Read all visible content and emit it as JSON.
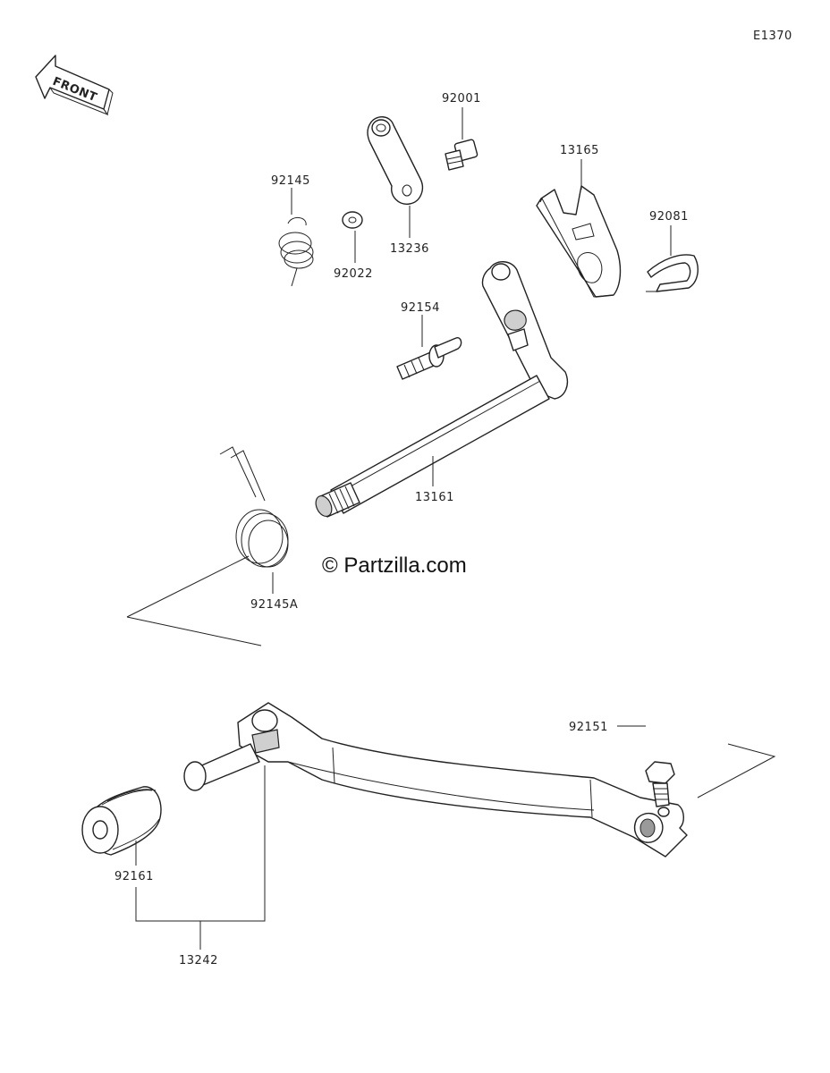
{
  "diagram_code": "E1370",
  "front_label": "FRONT",
  "watermark": "© Partzilla.com",
  "parts": {
    "p92001": "92001",
    "p13165": "13165",
    "p92145": "92145",
    "p92081": "92081",
    "p13236": "13236",
    "p92022": "92022",
    "p92154": "92154",
    "p13161": "13161",
    "p92145A": "92145A",
    "p92151": "92151",
    "p92161": "92161",
    "p13242": "13242"
  }
}
